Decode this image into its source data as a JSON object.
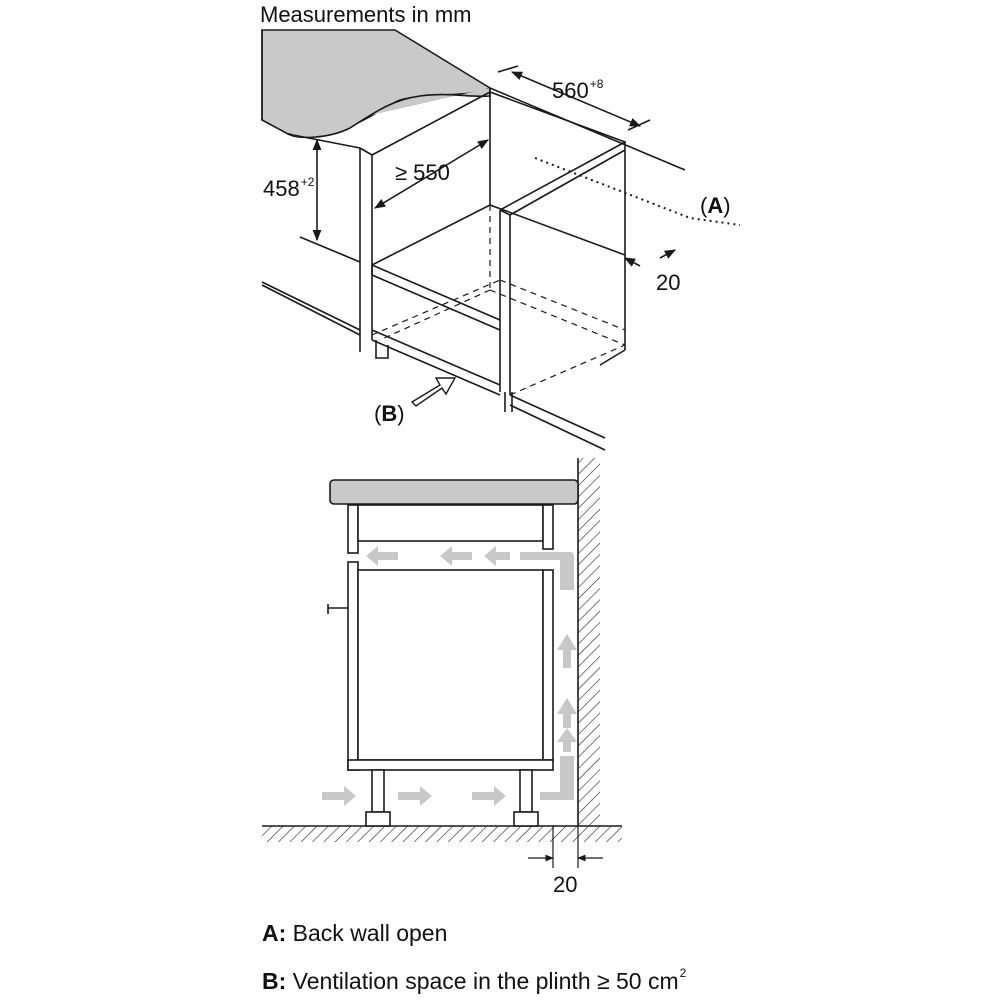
{
  "title": "Measurements in mm",
  "top_view": {
    "dim_width": {
      "value": "560",
      "tolerance": "+8"
    },
    "dim_depth": {
      "value": "≥ 550"
    },
    "dim_height": {
      "value": "458",
      "tolerance": "+2"
    },
    "dim_gap": {
      "value": "20"
    },
    "label_a": {
      "open": "(",
      "letter": "A",
      "close": ")"
    },
    "label_b": {
      "open": "(",
      "letter": "B",
      "close": ")"
    }
  },
  "side_view": {
    "dim_gap": {
      "value": "20"
    }
  },
  "legend": [
    {
      "key": "A:",
      "text": "Back wall open"
    },
    {
      "key": "B:",
      "text": "Ventilation space in the plinth ≥ 50 cm",
      "sup": "2"
    }
  ],
  "colors": {
    "line": "#1a1a1a",
    "countertop": "#c9c9c9",
    "airflow": "#c8c8c8"
  }
}
